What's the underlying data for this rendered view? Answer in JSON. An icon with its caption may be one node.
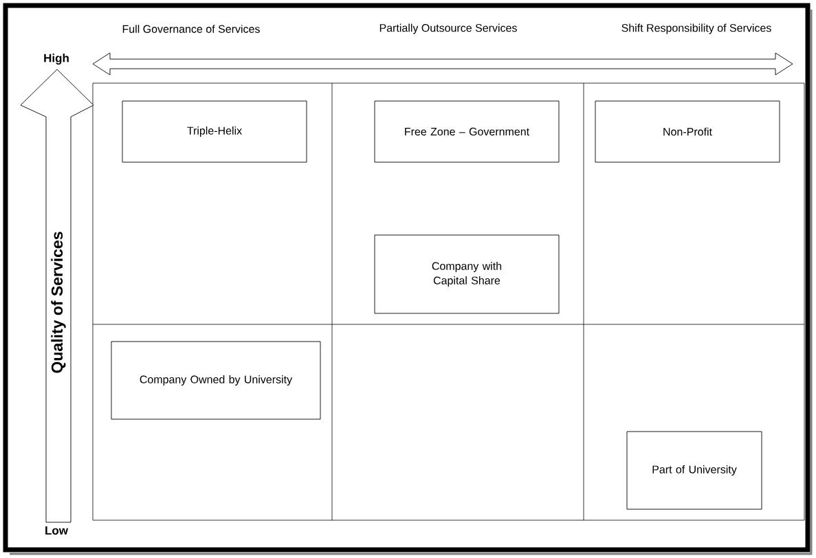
{
  "diagram": {
    "nodes": [
      {
        "text": [
          "Triple-Helix"
        ]
      },
      {
        "text": [
          "Free Zone – Government"
        ]
      },
      {
        "text": [
          "Non-Profit"
        ]
      },
      {
        "text": [
          "Company with Capital Share"
        ]
      },
      {
        "text": [
          "Company Owned by University"
        ]
      },
      {
        "text": [
          "Part of University"
        ]
      }
    ],
    "labels": [
      "Full Governance of Services",
      "Partially Outsource Services",
      "Shift Responsibility of Services",
      "High",
      "Quality of Services",
      "Low"
    ]
  }
}
